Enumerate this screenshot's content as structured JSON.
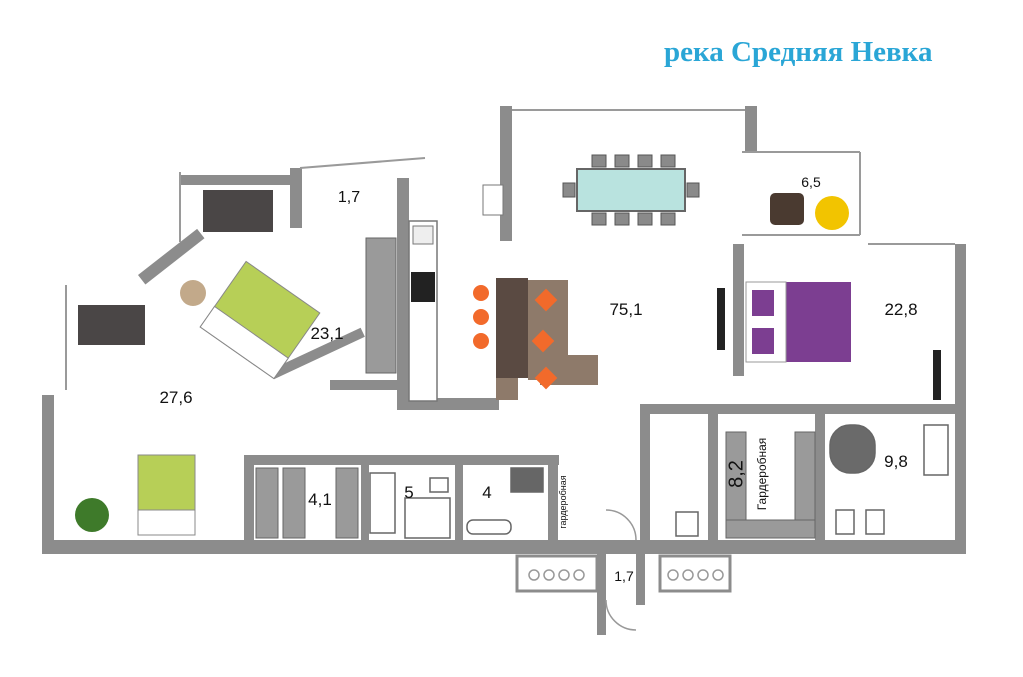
{
  "title": "река Средняя Невка",
  "rooms": {
    "living": "75,1",
    "bedroom_left": "27,6",
    "bedroom_mid": "23,1",
    "bedroom_right": "22,8",
    "balcony": "6,5",
    "bath_right": "9,8",
    "closet_big_number": "8,2",
    "closet_big_label": "Гардеробная",
    "corridor_top": "1,7",
    "corridor_bottom": "1,7",
    "closet_441": "4,1",
    "bath_5": "5",
    "bath_4": "4",
    "closet_small_label": "гардеробная"
  },
  "colors": {
    "title": "#2aa6d6",
    "wall": "#8a8a8a",
    "floor": "#ffffff",
    "sofa": "#7d6a5a",
    "pillow": "#f26a2b",
    "green_bed": "#b7cf57",
    "purple_bed": "#7c3e91",
    "table_glass": "#b9e3df",
    "bathtub": "#6a6a6a"
  }
}
